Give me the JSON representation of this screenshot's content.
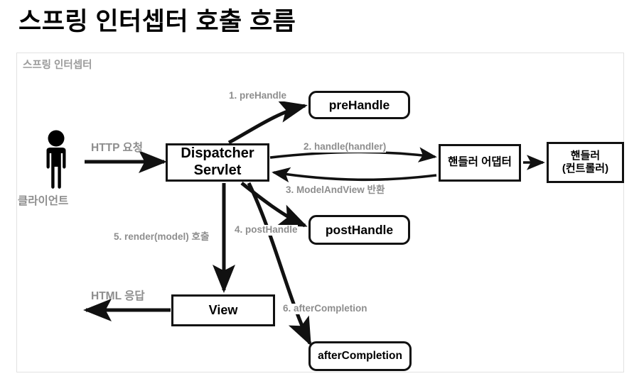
{
  "page": {
    "title": "스프링 인터셉터 호출 흐름"
  },
  "diagram": {
    "frame_label": "스프링 인터셉터",
    "actor": {
      "icon": "person-icon",
      "label": "클라이언트"
    },
    "nodes": [
      {
        "id": "dispatcher-servlet",
        "line1": "Dispatcher",
        "line2": "Servlet",
        "shape": "rect"
      },
      {
        "id": "pre-handle",
        "line1": "preHandle",
        "line2": "",
        "shape": "rounded"
      },
      {
        "id": "post-handle",
        "line1": "postHandle",
        "line2": "",
        "shape": "rounded"
      },
      {
        "id": "after-completion",
        "line1": "afterCompletion",
        "line2": "",
        "shape": "rounded"
      },
      {
        "id": "handler-adapter",
        "line1": "핸들러 어댑터",
        "line2": "",
        "shape": "rect"
      },
      {
        "id": "handler-controller",
        "line1": "핸들러",
        "line2": "(컨트롤러)",
        "shape": "rect"
      },
      {
        "id": "view",
        "line1": "View",
        "line2": "",
        "shape": "rect"
      }
    ],
    "edge_labels": [
      {
        "id": "http-request",
        "text": "HTTP 요청"
      },
      {
        "id": "step-1",
        "text": "1. preHandle"
      },
      {
        "id": "step-2",
        "text": "2. handle(handler)"
      },
      {
        "id": "step-3",
        "text": "3. ModelAndView 반환"
      },
      {
        "id": "step-4",
        "text": "4. postHandle"
      },
      {
        "id": "step-5",
        "text": "5. render(model) 호출"
      },
      {
        "id": "step-6",
        "text": "6. afterCompletion"
      },
      {
        "id": "html-response",
        "text": "HTML 응답"
      }
    ]
  },
  "colors": {
    "node_border": "#111111",
    "label_gray": "#8e8e8e",
    "frame_border": "#e2e2e2",
    "text_black": "#000000"
  }
}
